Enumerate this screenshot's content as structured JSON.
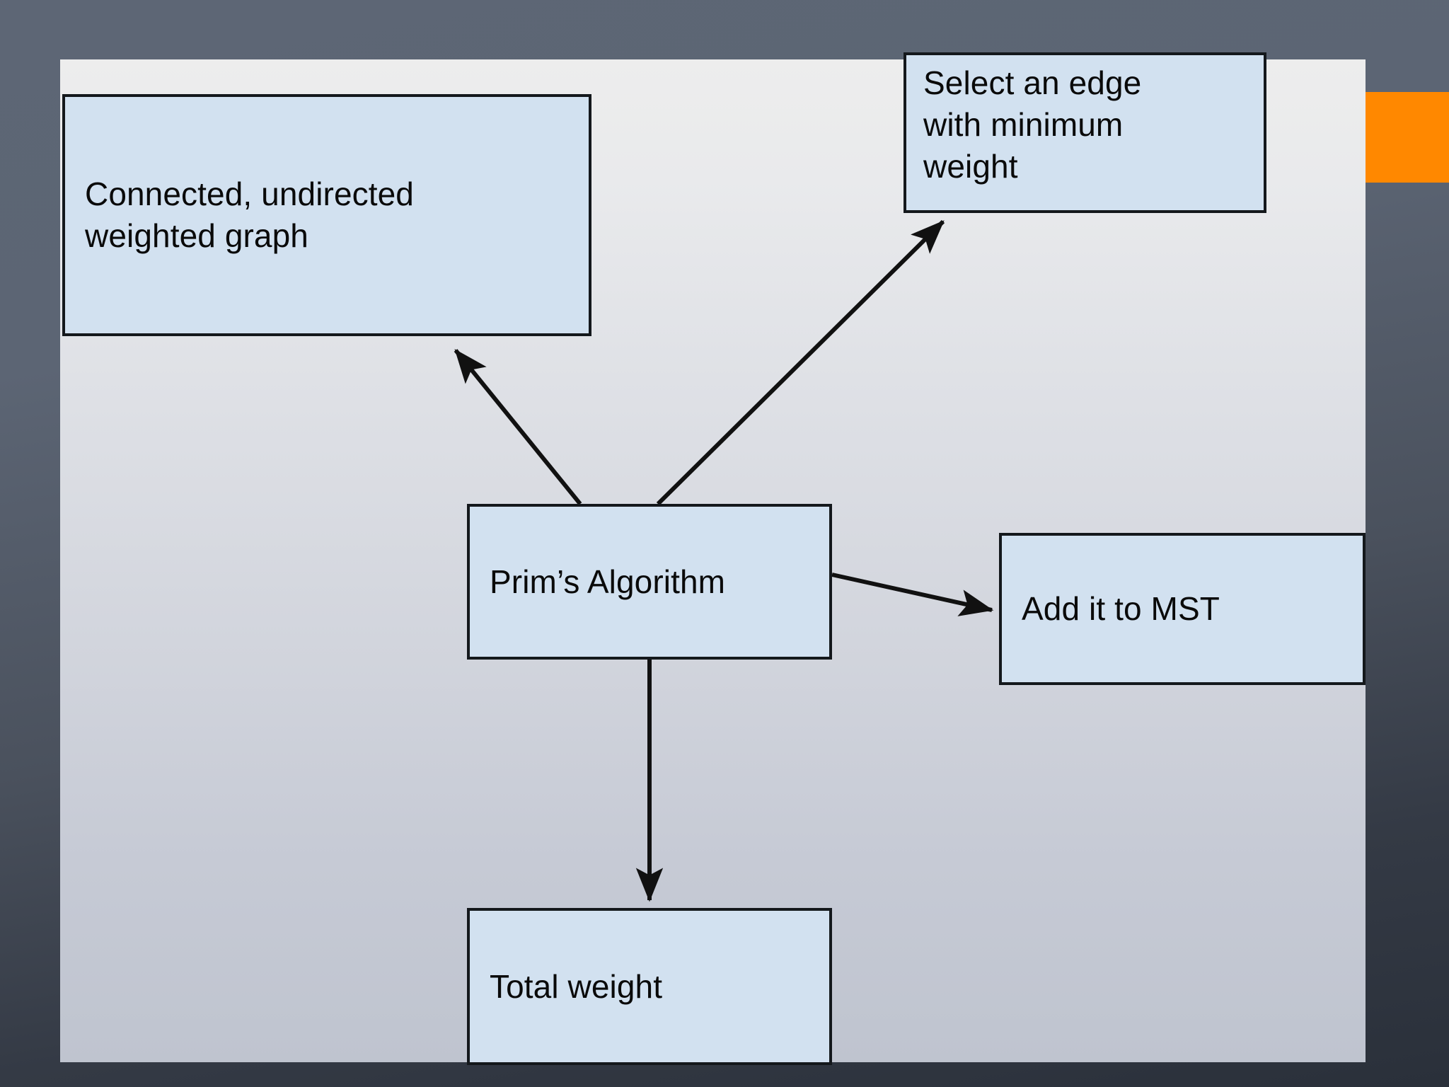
{
  "slide": {
    "accent_color": "#ff8800",
    "panel_top_color": "#ededed",
    "panel_bottom_color": "#bfc4cf",
    "background_top_color": "#5d6675",
    "background_bottom_color": "#2a303a",
    "node_fill_color": "#d2e1f0",
    "node_border_color": "#14181c"
  },
  "diagram": {
    "type": "flowchart",
    "nodes": [
      {
        "id": "graph",
        "label": "Connected, undirected\nweighted graph"
      },
      {
        "id": "select",
        "label": "Select an edge\nwith minimum\nweight"
      },
      {
        "id": "prims",
        "label": "Prim’s Algorithm"
      },
      {
        "id": "mst",
        "label": "Add it to MST"
      },
      {
        "id": "total",
        "label": "Total weight"
      }
    ],
    "edges": [
      {
        "from": "prims",
        "to": "graph",
        "direction": "up-left"
      },
      {
        "from": "prims",
        "to": "select",
        "direction": "up-right"
      },
      {
        "from": "prims",
        "to": "mst",
        "direction": "right"
      },
      {
        "from": "prims",
        "to": "total",
        "direction": "down"
      }
    ]
  }
}
